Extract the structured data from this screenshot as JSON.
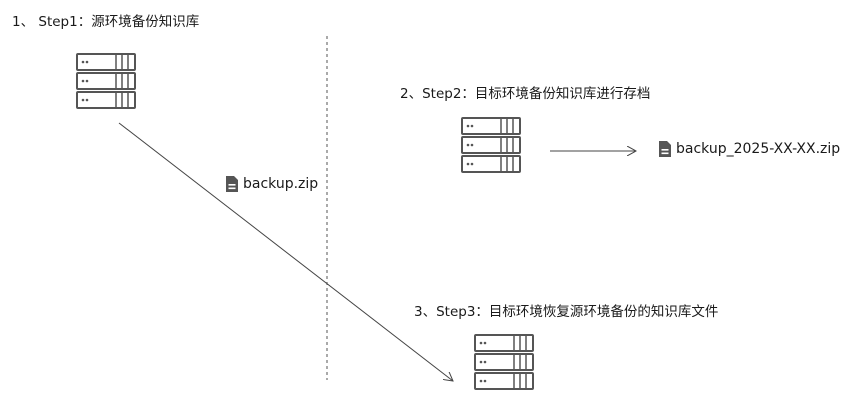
{
  "steps": {
    "step1": "1、 Step1：源环境备份知识库",
    "step2": "2、Step2：目标环境备份知识库进行存档",
    "step3": "3、Step3：目标环境恢复源环境备份的知识库文件"
  },
  "files": {
    "backup_file": "backup.zip",
    "archive_file": "backup_2025-XX-XX.zip"
  },
  "icons": {
    "server": "server-icon",
    "file": "file-icon"
  },
  "colors": {
    "stroke": "#555555",
    "line": "#444444",
    "icon_fill": "#555555"
  }
}
